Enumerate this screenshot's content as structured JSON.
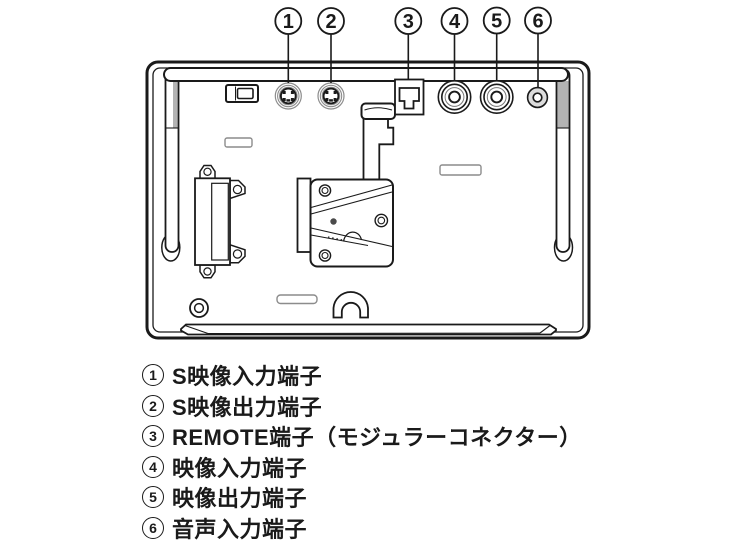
{
  "figure": {
    "type": "rear-panel-connector-diagram",
    "callouts": [
      {
        "number": "1"
      },
      {
        "number": "2"
      },
      {
        "number": "3"
      },
      {
        "number": "4"
      },
      {
        "number": "5"
      },
      {
        "number": "6"
      }
    ]
  },
  "legend": {
    "items": [
      {
        "number": "1",
        "label": "S映像入力端子"
      },
      {
        "number": "2",
        "label": "S映像出力端子"
      },
      {
        "number": "3",
        "label": "REMOTE端子（モジュラーコネクター）"
      },
      {
        "number": "4",
        "label": "映像入力端子"
      },
      {
        "number": "5",
        "label": "映像出力端子"
      },
      {
        "number": "6",
        "label": "音声入力端子"
      }
    ]
  },
  "colors": {
    "ink": "#1a1a1a",
    "shade_gray": "#b3b3b3",
    "background": "#ffffff"
  }
}
